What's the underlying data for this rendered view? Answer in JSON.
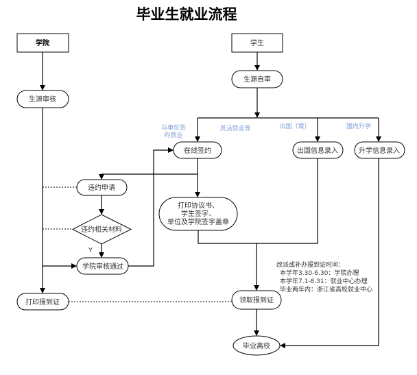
{
  "title": "毕业生就业流程",
  "lanes": {
    "college": "学院",
    "student": "学生"
  },
  "nodes": {
    "source_review": "生源审核",
    "source_self_review": "生源自审",
    "online_sign": "在线签约",
    "abroad_entry": "出国信息录入",
    "further_study_entry": "升学信息录入",
    "breach_apply": "违约申请",
    "breach_materials": "违约相关材料",
    "college_approved": "学院审核通过",
    "print_agreement": [
      "打印协议书、",
      "学生签字、",
      "单位及学院签字盖章"
    ],
    "print_report_card": "打印报到证",
    "collect_report_card": "领取报到证",
    "graduate_leave": "毕业离校"
  },
  "branch_labels": {
    "sign_with_employer": [
      "与单位签",
      "约就业"
    ],
    "flexible_employment": "灵活就业等",
    "abroad": "出国（境）",
    "domestic_study": "国内升学"
  },
  "decision_yes": "Y",
  "note": [
    "改派或补办报到证时间：",
    "本学年3.30-6.30：学院办理",
    "本学年7.1-8.31：就业中心办理",
    "毕业两年内：浙江省高校就业中心"
  ]
}
